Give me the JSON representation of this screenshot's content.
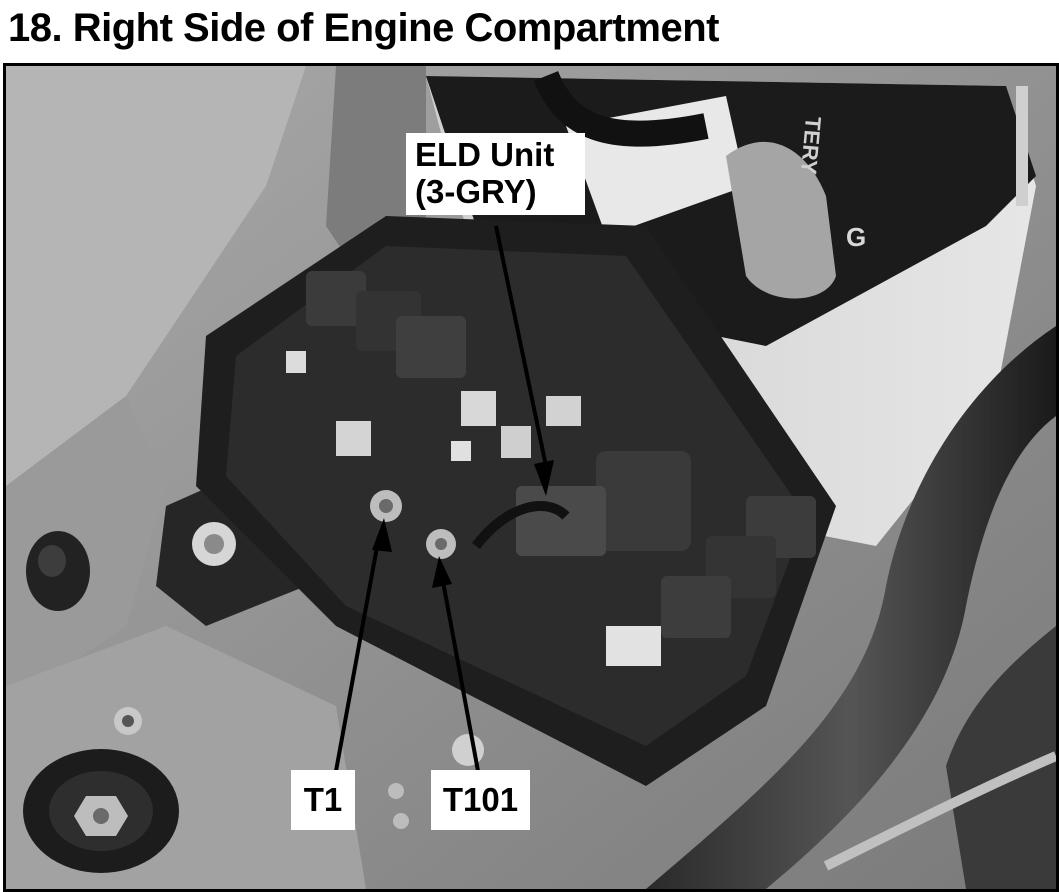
{
  "figure": {
    "title": "18. Right Side of Engine Compartment"
  },
  "callouts": {
    "eld_unit": {
      "line1": "ELD Unit",
      "line2": "(3-GRY)"
    },
    "t1": "T1",
    "t101": "T101"
  },
  "battery_marks": {
    "letter": "G",
    "brand_fragment": "TERY"
  },
  "colors": {
    "photo_background": "#8e8e8e",
    "fuse_box": "#1e1e1e",
    "battery_case": "#d8d8d8",
    "label_background": "#ffffff",
    "arrow": "#000000"
  }
}
